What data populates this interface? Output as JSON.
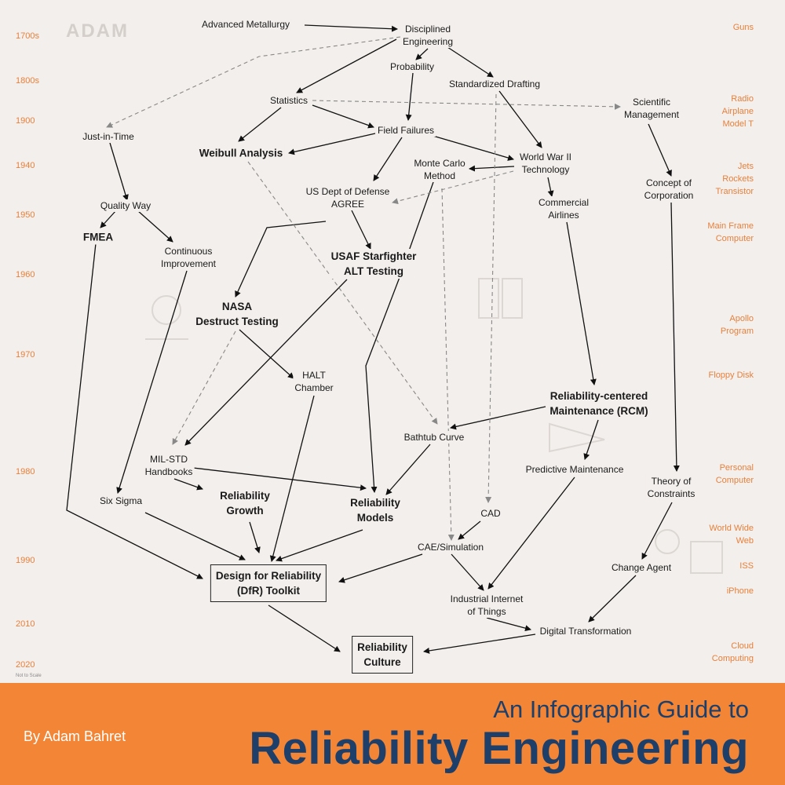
{
  "logo": "ADAM",
  "scale_note": "Not to Scale",
  "years": [
    {
      "id": "y1700",
      "label": "1700s"
    },
    {
      "id": "y1800",
      "label": "1800s"
    },
    {
      "id": "y1900",
      "label": "1900"
    },
    {
      "id": "y1940",
      "label": "1940"
    },
    {
      "id": "y1950",
      "label": "1950"
    },
    {
      "id": "y1960",
      "label": "1960"
    },
    {
      "id": "y1970",
      "label": "1970"
    },
    {
      "id": "y1980",
      "label": "1980"
    },
    {
      "id": "y1990",
      "label": "1990"
    },
    {
      "id": "y2010",
      "label": "2010"
    },
    {
      "id": "y2020",
      "label": "2020"
    }
  ],
  "events": [
    {
      "id": "guns",
      "label": "Guns"
    },
    {
      "id": "radio",
      "label": "Radio\nAirplane\nModel T"
    },
    {
      "id": "jets",
      "label": "Jets\nRockets\nTransistor"
    },
    {
      "id": "mainframe",
      "label": "Main Frame\nComputer"
    },
    {
      "id": "apollo",
      "label": "Apollo\nProgram"
    },
    {
      "id": "floppy",
      "label": "Floppy Disk"
    },
    {
      "id": "pc",
      "label": "Personal\nComputer"
    },
    {
      "id": "www",
      "label": "World Wide\nWeb\n\nISS\n\niPhone"
    },
    {
      "id": "cloud",
      "label": "Cloud\nComputing"
    }
  ],
  "nodes": [
    {
      "id": "adv-metal",
      "label": "Advanced Metallurgy"
    },
    {
      "id": "disc-eng",
      "label": "Disciplined\nEngineering"
    },
    {
      "id": "probability",
      "label": "Probability"
    },
    {
      "id": "std-draft",
      "label": "Standardized Drafting"
    },
    {
      "id": "statistics",
      "label": "Statistics"
    },
    {
      "id": "sci-mgmt",
      "label": "Scientific\nManagement"
    },
    {
      "id": "jit",
      "label": "Just-in-Time"
    },
    {
      "id": "field-fail",
      "label": "Field Failures"
    },
    {
      "id": "weibull",
      "label": "Weibull Analysis"
    },
    {
      "id": "monte-carlo",
      "label": "Monte Carlo\nMethod"
    },
    {
      "id": "ww2",
      "label": "World War II\nTechnology"
    },
    {
      "id": "concept-corp",
      "label": "Concept of\nCorporation"
    },
    {
      "id": "dod",
      "label": "US Dept of Defense\nAGREE"
    },
    {
      "id": "quality-way",
      "label": "Quality Way"
    },
    {
      "id": "comm-air",
      "label": "Commercial\nAirlines"
    },
    {
      "id": "fmea",
      "label": "FMEA"
    },
    {
      "id": "cont-imp",
      "label": "Continuous\nImprovement"
    },
    {
      "id": "usaf",
      "label": "USAF Starfighter\nALT Testing"
    },
    {
      "id": "nasa",
      "label": "NASA\nDestruct Testing"
    },
    {
      "id": "halt",
      "label": "HALT\nChamber"
    },
    {
      "id": "rcm",
      "label": "Reliability-centered\nMaintenance (RCM)"
    },
    {
      "id": "bathtub",
      "label": "Bathtub Curve"
    },
    {
      "id": "milstd",
      "label": "MIL-STD\nHandbooks"
    },
    {
      "id": "pred-maint",
      "label": "Predictive Maintenance"
    },
    {
      "id": "toc",
      "label": "Theory of\nConstraints"
    },
    {
      "id": "six-sigma",
      "label": "Six Sigma"
    },
    {
      "id": "rel-growth",
      "label": "Reliability\nGrowth"
    },
    {
      "id": "rel-models",
      "label": "Reliability\nModels"
    },
    {
      "id": "cad",
      "label": "CAD"
    },
    {
      "id": "cae",
      "label": "CAE/Simulation"
    },
    {
      "id": "change-agent",
      "label": "Change Agent"
    },
    {
      "id": "dfr",
      "label": "Design for Reliability\n(DfR) Toolkit"
    },
    {
      "id": "iiot",
      "label": "Industrial Internet\nof Things"
    },
    {
      "id": "digital",
      "label": "Digital Transformation"
    },
    {
      "id": "rel-culture",
      "label": "Reliability\nCulture"
    }
  ],
  "footer": {
    "author": "By Adam Bahret",
    "title_line1": "An Infographic Guide to",
    "title_line2": "Reliability Engineering"
  }
}
